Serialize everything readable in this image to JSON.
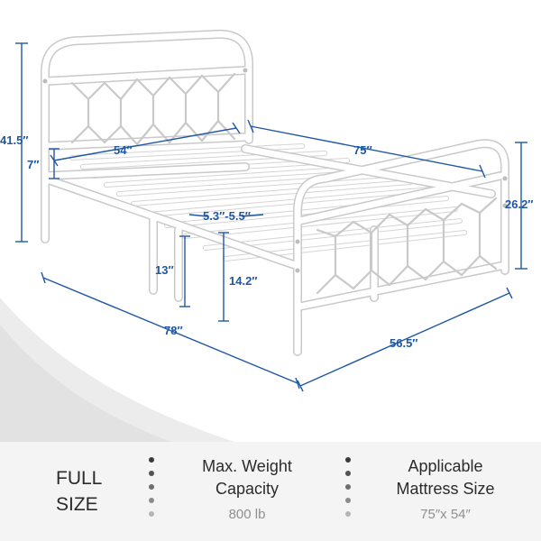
{
  "dimensions": {
    "total_height": "41.5″",
    "headboard_panel_height": "7″",
    "width": "54″",
    "length": "75″",
    "footboard_height": "26.2″",
    "slat_gap": "5.3″-5.5″",
    "under_bed_clearance": "13″",
    "frame_height": "14.2″",
    "overall_length": "78″",
    "overall_width": "56.5″"
  },
  "specs": {
    "size_line1": "FULL",
    "size_line2": "SIZE",
    "weight_title_line1": "Max. Weight",
    "weight_title_line2": "Capacity",
    "weight_value": "800 lb",
    "mattress_title_line1": "Applicable",
    "mattress_title_line2": "Mattress Size",
    "mattress_value": "75″x 54″"
  },
  "colors": {
    "dimension_blue": "#1f57a4",
    "frame_white": "#ffffff",
    "panel_gray": "#f4f4f4"
  }
}
